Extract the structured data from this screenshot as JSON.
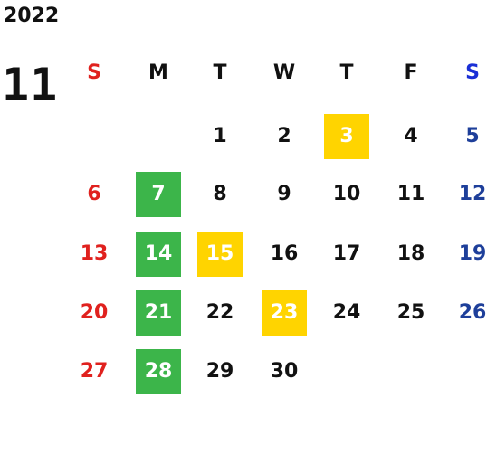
{
  "year": "2022",
  "month": "11",
  "weekdays": [
    {
      "label": "S",
      "color": "#e0211e"
    },
    {
      "label": "M",
      "color": "#111111"
    },
    {
      "label": "T",
      "color": "#111111"
    },
    {
      "label": "W",
      "color": "#111111"
    },
    {
      "label": "T",
      "color": "#111111"
    },
    {
      "label": "F",
      "color": "#111111"
    },
    {
      "label": "S",
      "color": "#1a2fd6"
    }
  ],
  "colors": {
    "sunday": "#e0211e",
    "saturday": "#1e3f9a",
    "weekday": "#111111",
    "green_highlight": "#3cb54a",
    "yellow_highlight": "#ffd400"
  },
  "weeks": [
    [
      null,
      null,
      {
        "day": "1"
      },
      {
        "day": "2"
      },
      {
        "day": "3",
        "highlight": "yellow"
      },
      {
        "day": "4"
      },
      {
        "day": "5"
      }
    ],
    [
      {
        "day": "6"
      },
      {
        "day": "7",
        "highlight": "green"
      },
      {
        "day": "8"
      },
      {
        "day": "9"
      },
      {
        "day": "10"
      },
      {
        "day": "11"
      },
      {
        "day": "12"
      }
    ],
    [
      {
        "day": "13"
      },
      {
        "day": "14",
        "highlight": "green"
      },
      {
        "day": "15",
        "highlight": "yellow"
      },
      {
        "day": "16"
      },
      {
        "day": "17"
      },
      {
        "day": "18"
      },
      {
        "day": "19"
      }
    ],
    [
      {
        "day": "20"
      },
      {
        "day": "21",
        "highlight": "green"
      },
      {
        "day": "22"
      },
      {
        "day": "23",
        "highlight": "yellow"
      },
      {
        "day": "24"
      },
      {
        "day": "25"
      },
      {
        "day": "26"
      }
    ],
    [
      {
        "day": "27"
      },
      {
        "day": "28",
        "highlight": "green"
      },
      {
        "day": "29"
      },
      {
        "day": "30"
      },
      null,
      null,
      null
    ]
  ]
}
